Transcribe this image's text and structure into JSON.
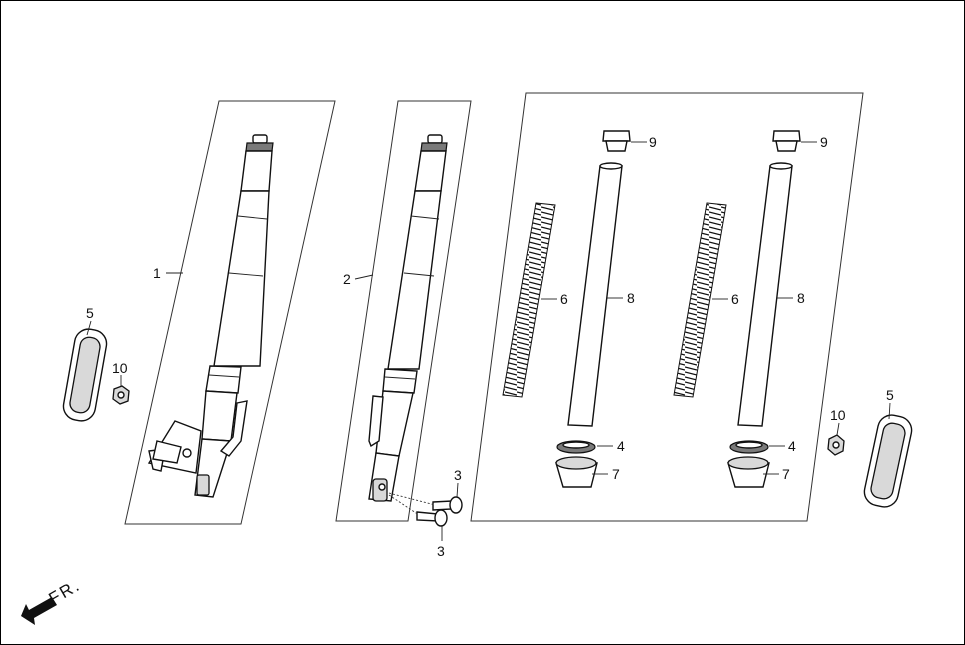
{
  "diagram": {
    "callouts": {
      "c1": "1",
      "c2": "2",
      "c3a": "3",
      "c3b": "3",
      "c4a": "4",
      "c4b": "4",
      "c5a": "5",
      "c5b": "5",
      "c6a": "6",
      "c6b": "6",
      "c7a": "7",
      "c7b": "7",
      "c8a": "8",
      "c8b": "8",
      "c9a": "9",
      "c9b": "9",
      "c10a": "10",
      "c10b": "10"
    },
    "front_label": "FR."
  }
}
